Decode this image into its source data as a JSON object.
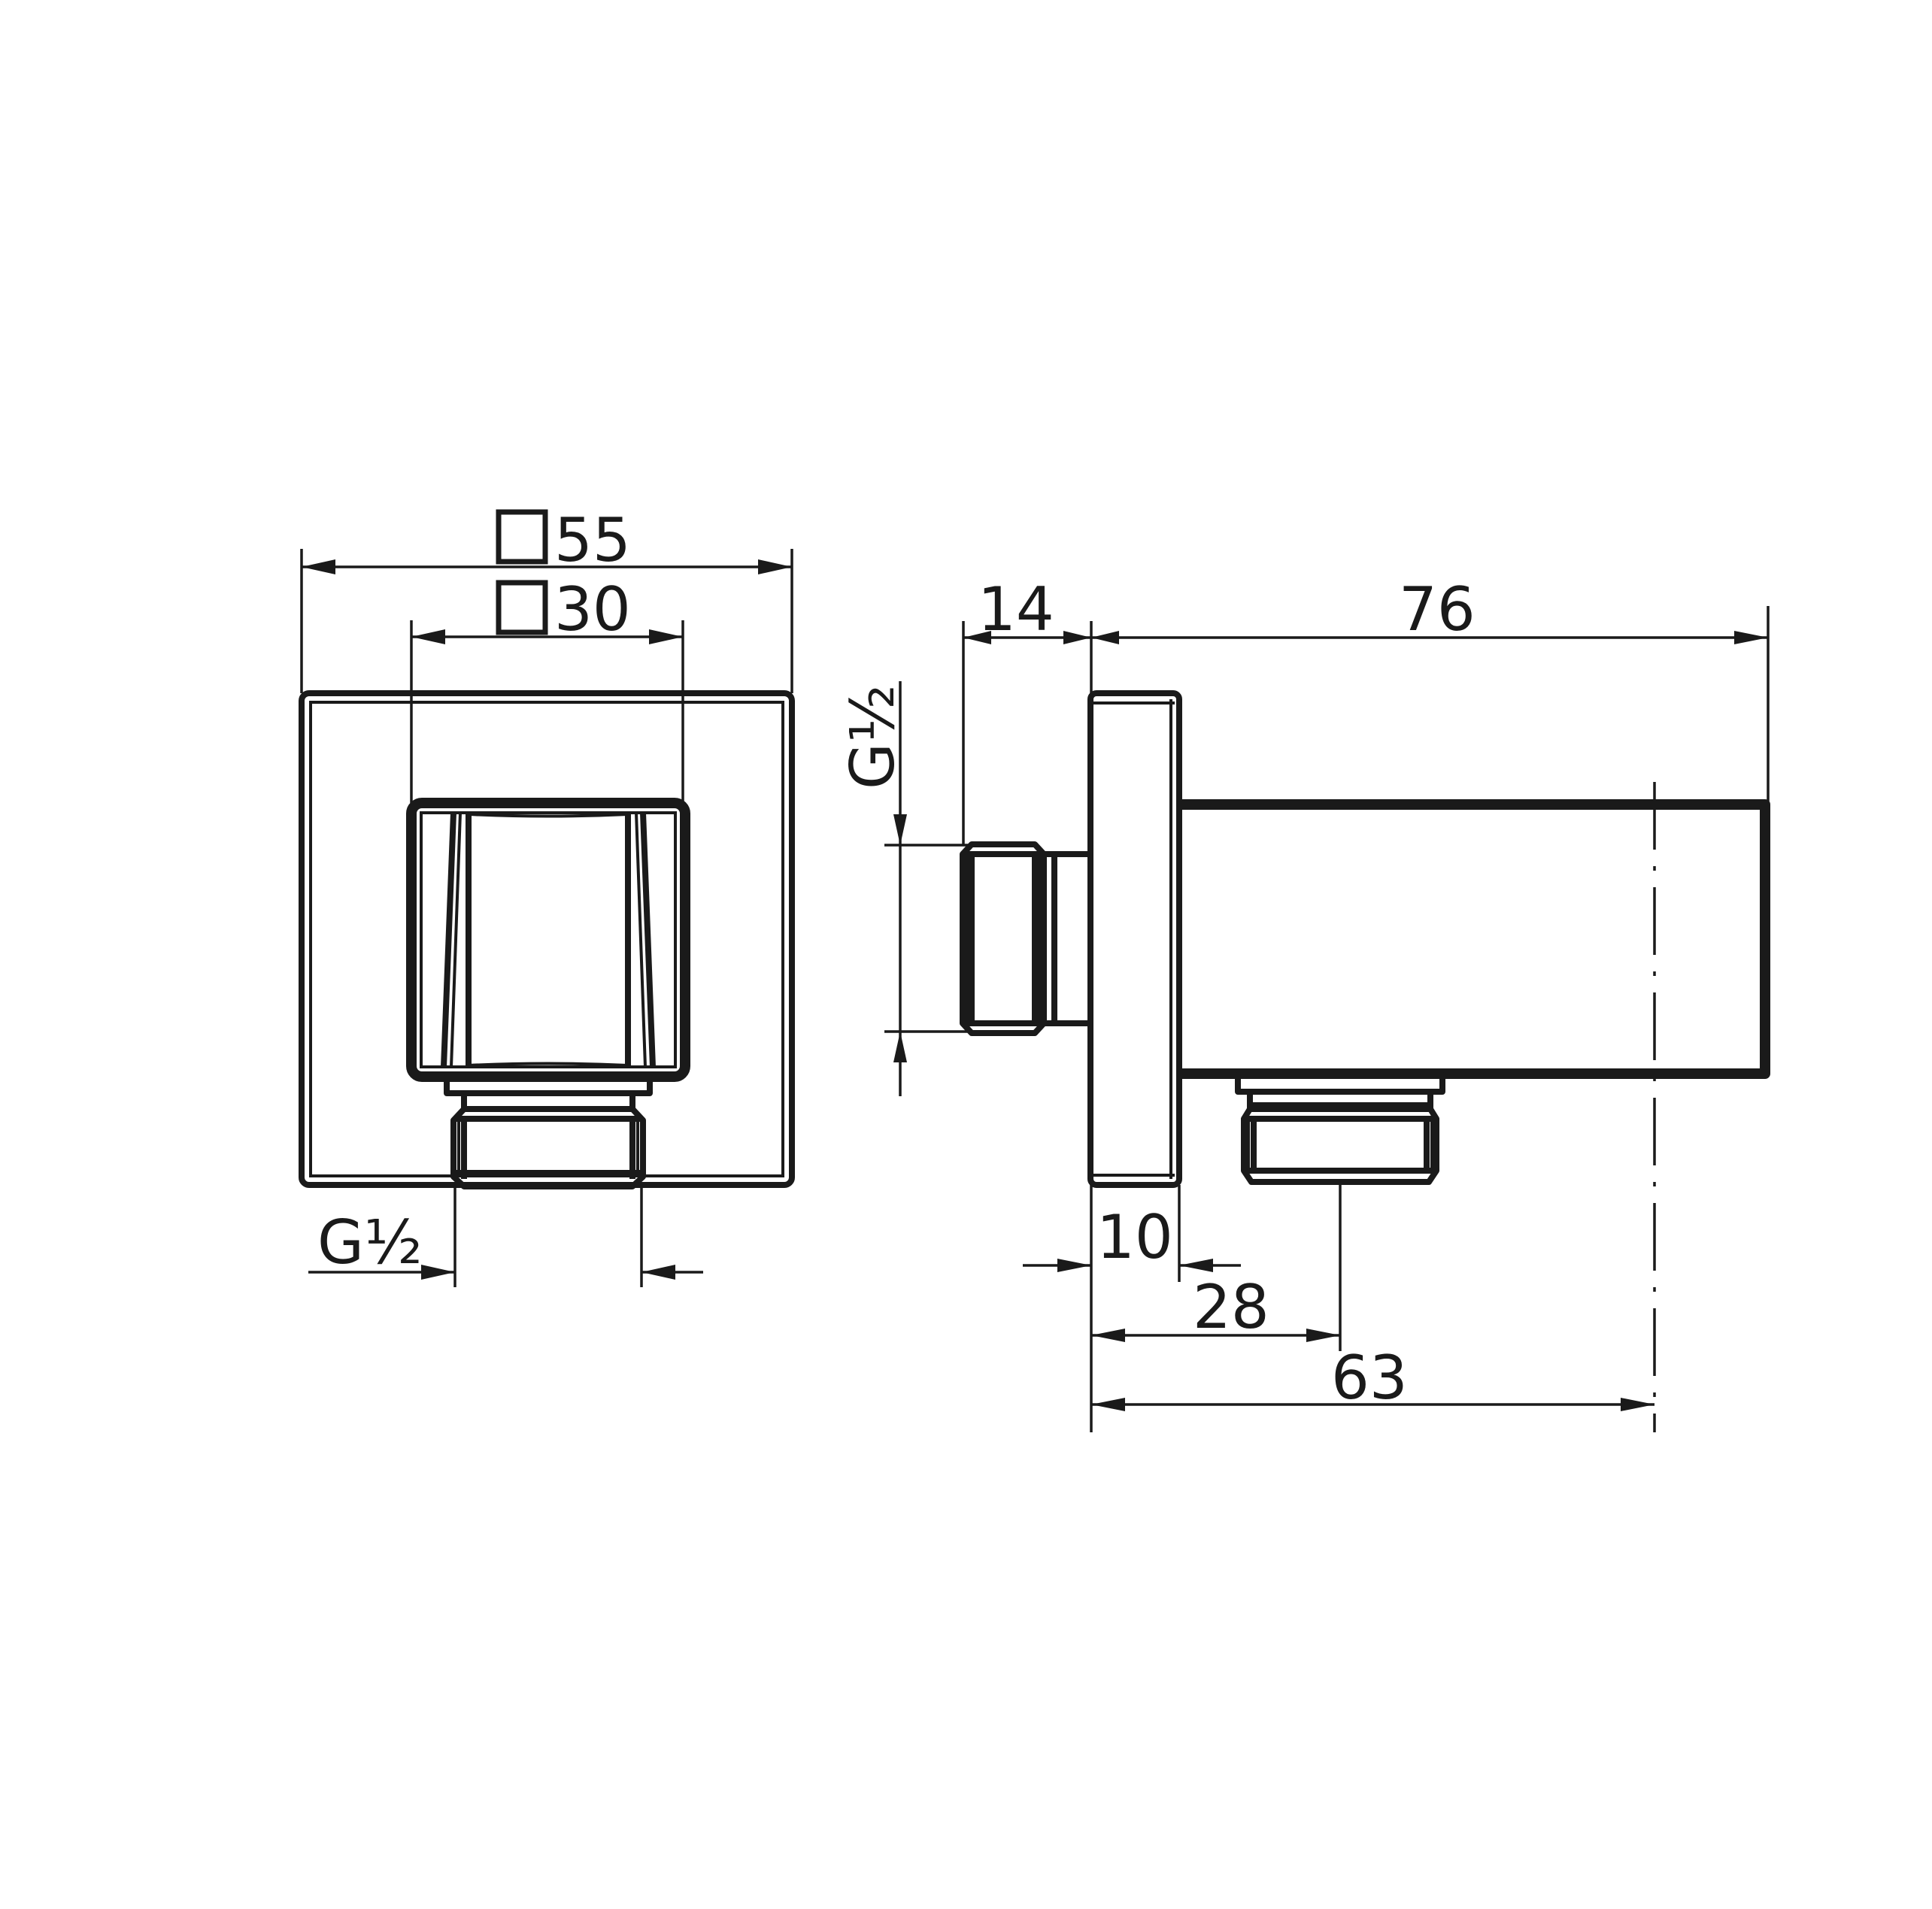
{
  "drawing": {
    "title": "Wall outlet elbow with holder - dimension drawing",
    "color": "#1a1a1a",
    "background": "#ffffff",
    "front_view": {
      "outer_square_label": "55",
      "inner_square_label": "30",
      "square_symbol": "square-symbol",
      "thread_label": "G½"
    },
    "side_view": {
      "thread_inlet_label": "G½",
      "inlet_length_label": "14",
      "overall_projection_label": "76",
      "plate_thickness_label": "10",
      "outlet_offset_label": "28",
      "centerline_offset_label": "63"
    }
  }
}
